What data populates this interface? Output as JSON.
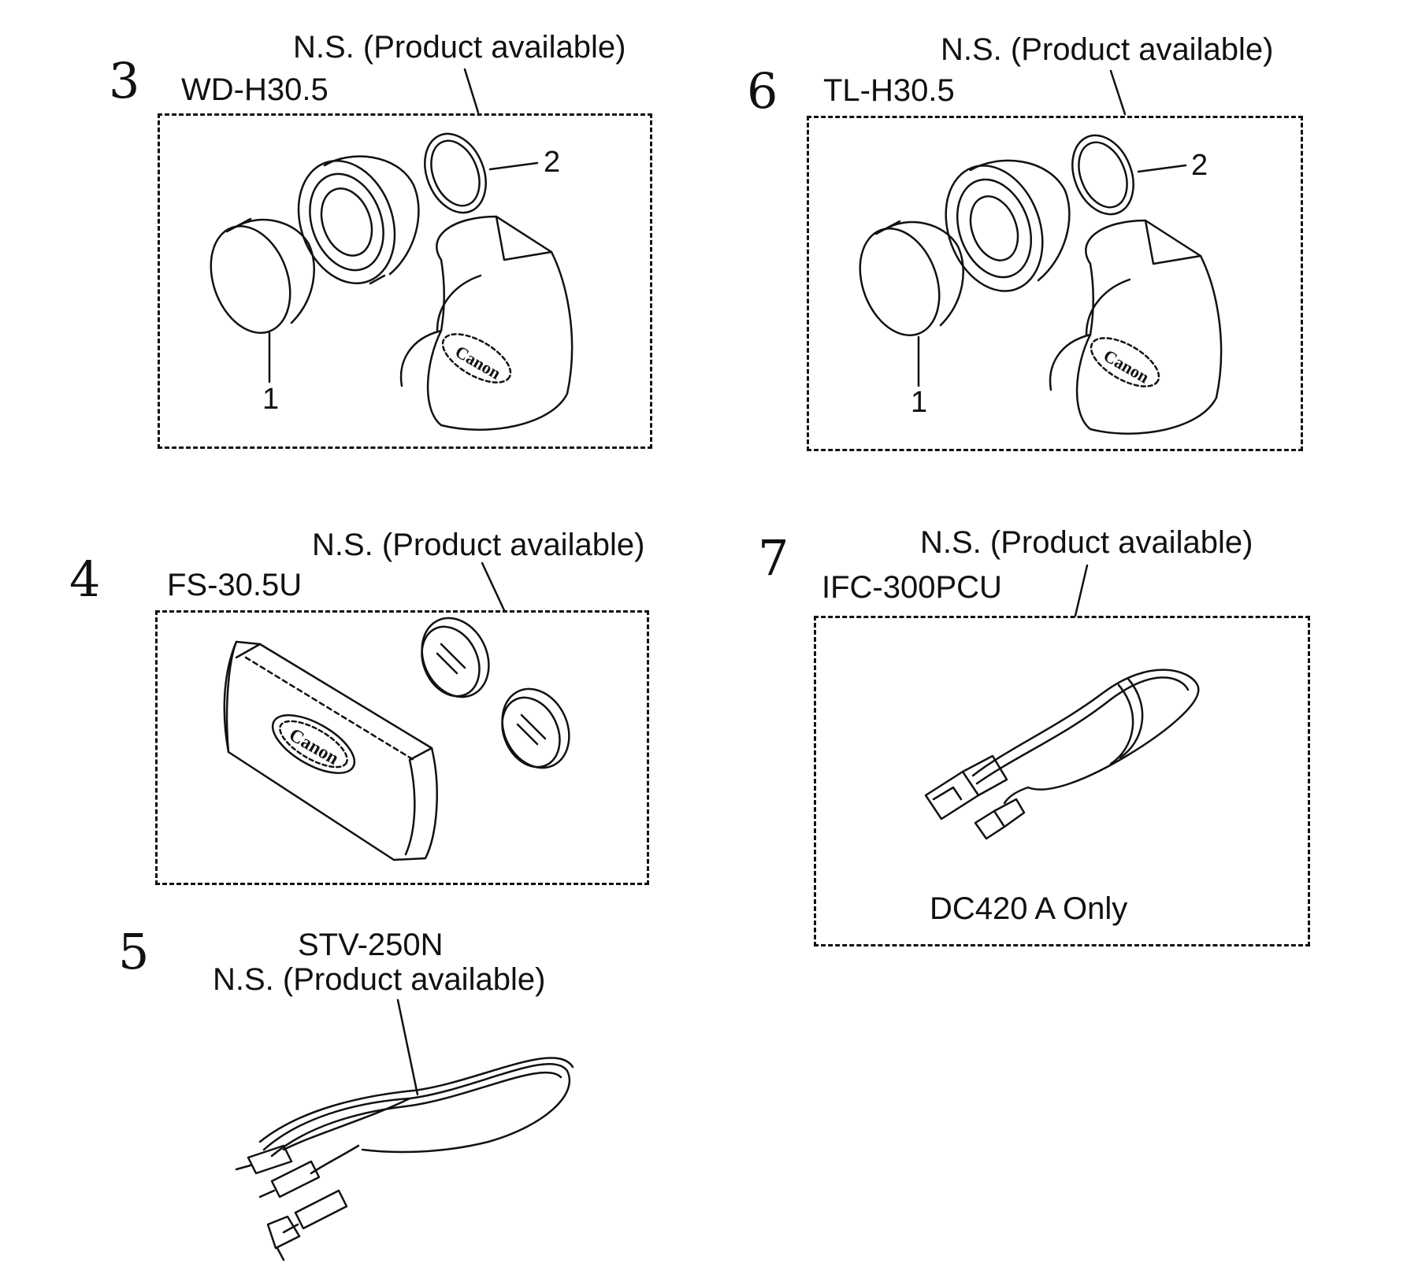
{
  "sections": [
    {
      "index": "3",
      "model": "WD-H30.5",
      "status": "N.S. (Product available)",
      "part_numbers": [
        "1",
        "2"
      ]
    },
    {
      "index": "6",
      "model": "TL-H30.5",
      "status": "N.S. (Product available)",
      "part_numbers": [
        "1",
        "2"
      ]
    },
    {
      "index": "4",
      "model": "FS-30.5U",
      "status": "N.S. (Product available)"
    },
    {
      "index": "7",
      "model": "IFC-300PCU",
      "status": "N.S. (Product available)",
      "note": "DC420 A Only"
    },
    {
      "index": "5",
      "model": "STV-250N",
      "status": "N.S. (Product available)"
    }
  ],
  "brand_logo_text": "Canon"
}
